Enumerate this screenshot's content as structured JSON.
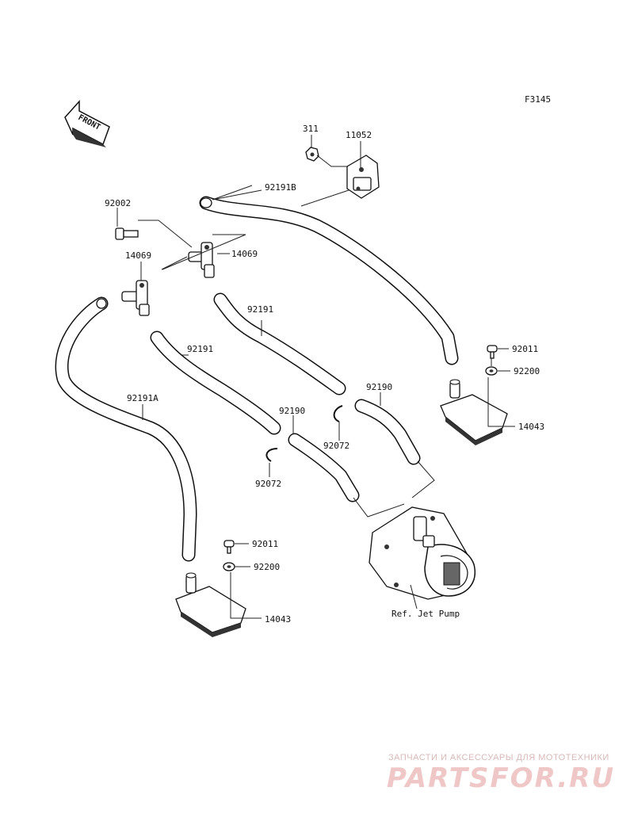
{
  "figure_code": "F3145",
  "front_label": "FRONT",
  "parts": {
    "p311": "311",
    "p11052": "11052",
    "p92191B": "92191B",
    "p92002": "92002",
    "p14069_left": "14069",
    "p14069_right": "14069",
    "p92191_upper": "92191",
    "p92191_lower": "92191",
    "p92191A": "92191A",
    "p92190_right": "92190",
    "p92190_left": "92190",
    "p92072_right": "92072",
    "p92072_left": "92072",
    "p92011_right": "92011",
    "p92200_right": "92200",
    "p14043_right": "14043",
    "p92011_left": "92011",
    "p92200_left": "92200",
    "p14043_left": "14043"
  },
  "ref_label": "Ref. Jet Pump",
  "watermark": {
    "tagline": "ЗАПЧАСТИ И АКСЕССУАРЫ ДЛЯ МОТОТЕХНИКИ",
    "brand": "PARTSFOR.RU"
  }
}
